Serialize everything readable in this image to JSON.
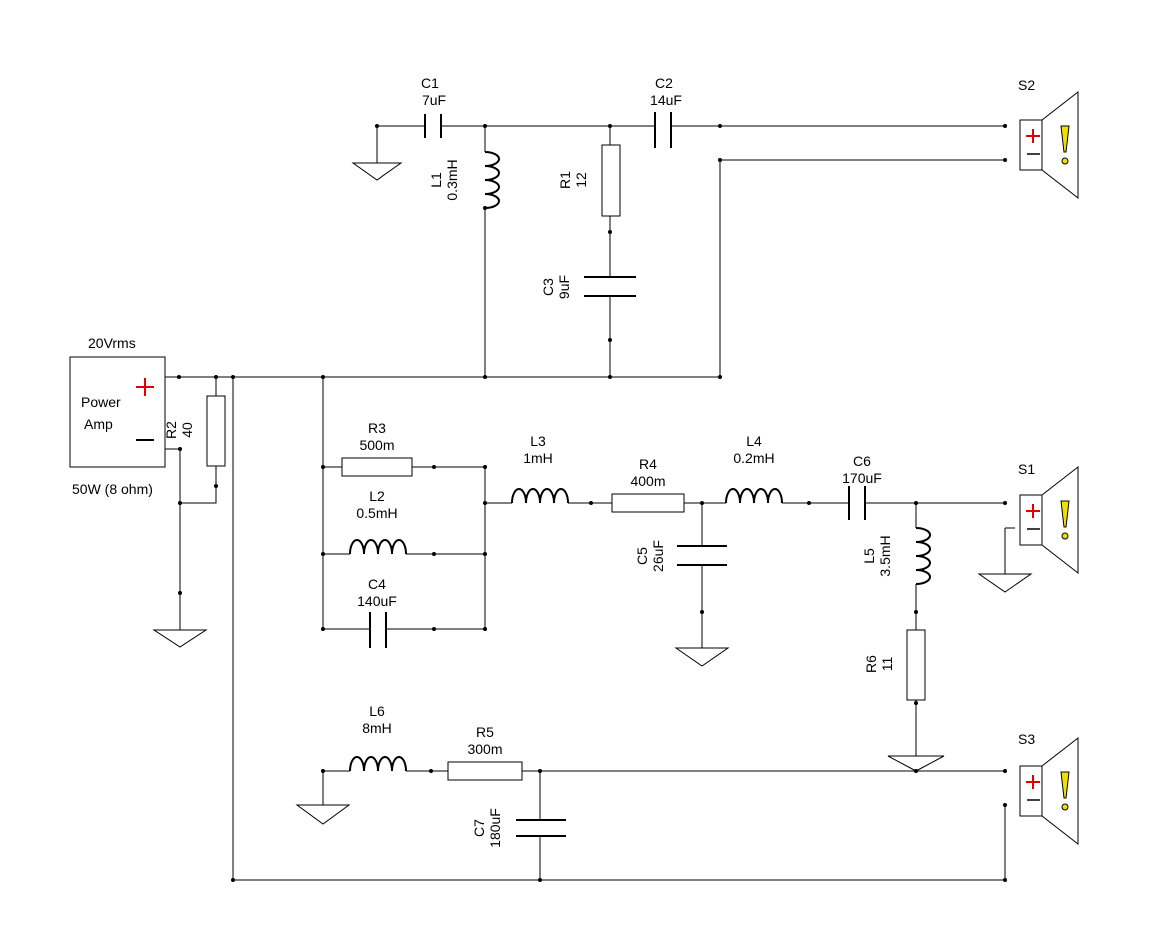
{
  "source": {
    "voltage": "20Vrms",
    "label_line1": "Power",
    "label_line2": "Amp",
    "power_rating": "50W (8 ohm)",
    "plus_color": "#e00000"
  },
  "components": {
    "C1": {
      "name": "C1",
      "value": "7uF"
    },
    "C2": {
      "name": "C2",
      "value": "14uF"
    },
    "C3": {
      "name": "C3",
      "value": "9uF"
    },
    "C4": {
      "name": "C4",
      "value": "140uF"
    },
    "C5": {
      "name": "C5",
      "value": "26uF"
    },
    "C6": {
      "name": "C6",
      "value": "170uF"
    },
    "C7": {
      "name": "C7",
      "value": "180uF"
    },
    "L1": {
      "name": "L1",
      "value": "0.3mH"
    },
    "L2": {
      "name": "L2",
      "value": "0.5mH"
    },
    "L3": {
      "name": "L3",
      "value": "1mH"
    },
    "L4": {
      "name": "L4",
      "value": "0.2mH"
    },
    "L5": {
      "name": "L5",
      "value": "3.5mH"
    },
    "L6": {
      "name": "L6",
      "value": "8mH"
    },
    "R1": {
      "name": "R1",
      "value": "12"
    },
    "R2": {
      "name": "R2",
      "value": "40"
    },
    "R3": {
      "name": "R3",
      "value": "500m"
    },
    "R4": {
      "name": "R4",
      "value": "400m"
    },
    "R5": {
      "name": "R5",
      "value": "300m"
    },
    "R6": {
      "name": "R6",
      "value": "11"
    }
  },
  "speakers": {
    "S1": {
      "name": "S1"
    },
    "S2": {
      "name": "S2"
    },
    "S3": {
      "name": "S3"
    },
    "plus_color": "#e00000",
    "warn_color": "#f0e000"
  }
}
